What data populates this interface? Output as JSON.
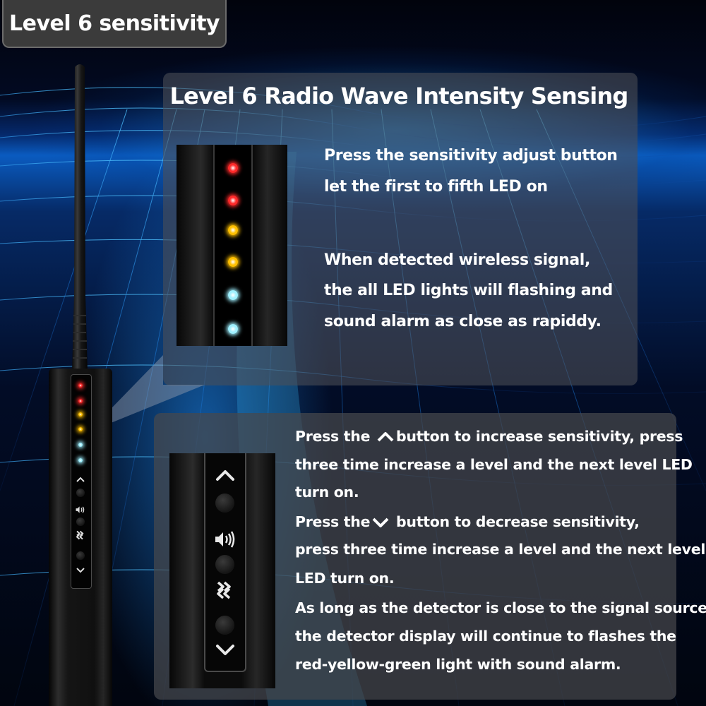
{
  "level_tag": "Level 6 sensitivity",
  "top_panel": {
    "title": "Level 6 Radio Wave Intensity Sensing",
    "lines": [
      "Press the sensitivity adjust button",
      "let the first to fifth LED on",
      "When detected wireless signal,",
      "the all LED lights will flashing and",
      "sound alarm as close as rapiddy."
    ]
  },
  "bottom_panel": {
    "line1_before_icon": "Press the ",
    "line1_after_icon": "button to increase sensitivity, press",
    "line2": "three time increase a level and the next level LED",
    "line3": "turn on.",
    "line4_before_icon": "Press the",
    "line4_after_icon": " button to decrease sensitivity,",
    "line5": "press three time increase a level and the next level",
    "line6": "LED turn on.",
    "line7": "As long as the detector is close to the signal source,",
    "line8": "the detector display will continue to flashes the",
    "line9": "red-yellow-green light with sound alarm."
  },
  "leds": [
    {
      "color": "#ff2a2a"
    },
    {
      "color": "#ff2a2a"
    },
    {
      "color": "#ffc000"
    },
    {
      "color": "#ffc000"
    },
    {
      "color": "#9ff0ff"
    },
    {
      "color": "#9ff0ff"
    }
  ],
  "icons": {
    "up": "chevron-up-icon",
    "down": "chevron-down-icon",
    "sound": "speaker-icon",
    "signal": "double-chevron-icon"
  }
}
